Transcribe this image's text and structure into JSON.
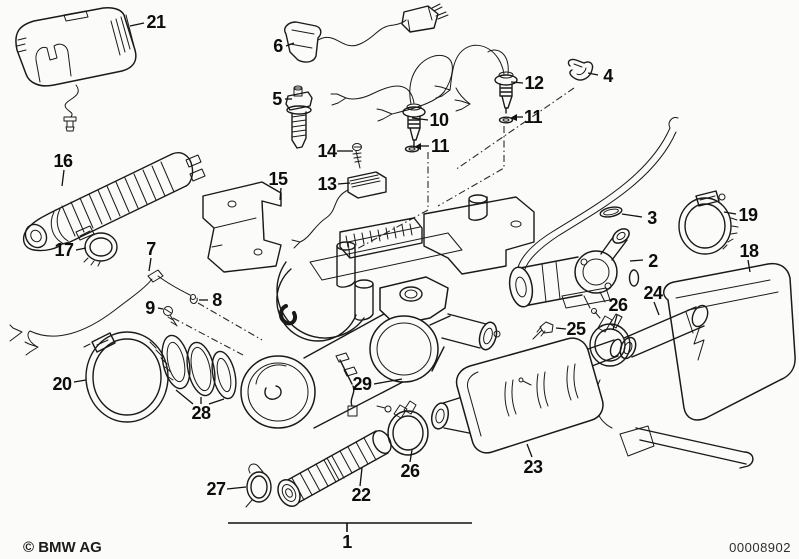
{
  "diagram": {
    "copyright": "© BMW AG",
    "document_number": "00008902",
    "background_color": "#fbfbf9",
    "line_color": "#1a1a1a"
  },
  "callouts": {
    "c21": "21",
    "c16": "16",
    "c17": "17",
    "c6": "6",
    "c5": "5",
    "c14": "14",
    "c13": "13",
    "c15": "15",
    "c10": "10",
    "c11a": "11",
    "c12": "12",
    "c11b": "11",
    "c4": "4",
    "c3": "3",
    "c2": "2",
    "c19": "19",
    "c18": "18",
    "c7": "7",
    "c9": "9",
    "c8": "8",
    "c20": "20",
    "c28": "28",
    "c29": "29",
    "c26a": "26",
    "c25": "25",
    "c24": "24",
    "c26b": "26",
    "c23": "23",
    "c27": "27",
    "c22": "22",
    "c1": "1"
  }
}
